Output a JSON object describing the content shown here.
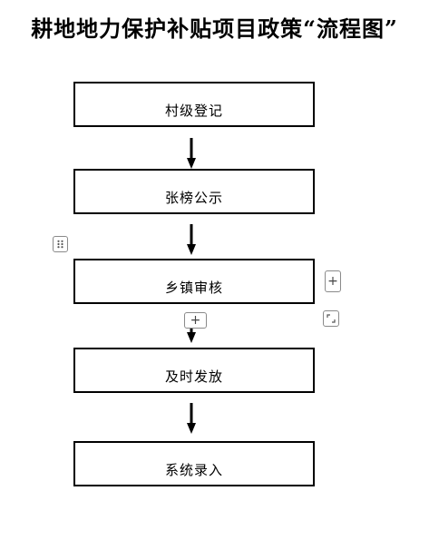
{
  "title": "耕地地力保护补贴项目政策“流程图”",
  "steps": [
    {
      "label": "村级登记"
    },
    {
      "label": "张榜公示"
    },
    {
      "label": "乡镇审核"
    },
    {
      "label": "及时发放"
    },
    {
      "label": "系统录入"
    }
  ],
  "controls": {
    "drag_handle_icon": "grip-dots-icon",
    "add_icon": "plus-icon",
    "resize_icon": "resize-corner-icon",
    "plus_glyph": "+"
  }
}
